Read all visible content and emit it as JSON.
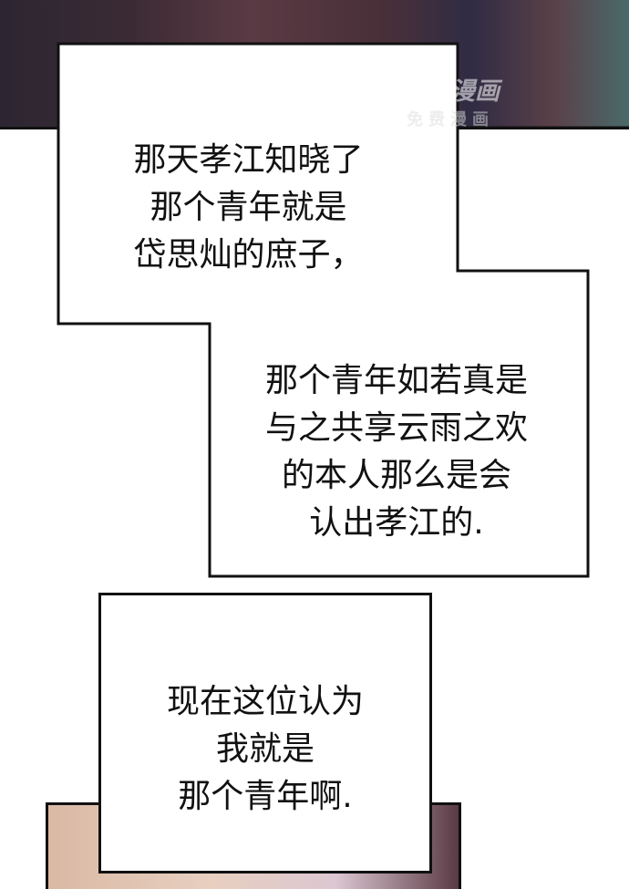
{
  "watermark": {
    "main": "免欧漫画",
    "sub": "免费漫画"
  },
  "bubble1": {
    "lines": [
      "那天孝江知晓了",
      "那个青年就是",
      "岱思灿的庶子，"
    ]
  },
  "bubble2": {
    "lines": [
      "那个青年如若真是",
      "与之共享云雨之欢",
      "的本人那么是会",
      "认出孝江的."
    ]
  },
  "bubble3": {
    "lines": [
      "现在这位认为",
      "我就是",
      "那个青年啊."
    ]
  }
}
